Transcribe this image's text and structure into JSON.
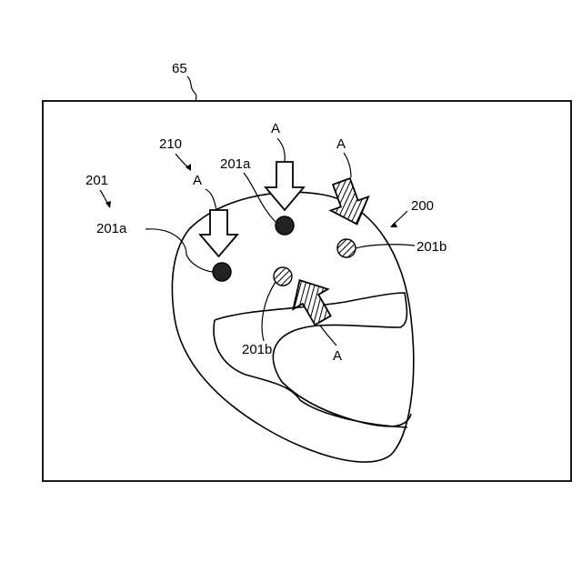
{
  "figure": {
    "frame_label": "65",
    "labels": {
      "helmet_system": "201",
      "arrow_group": "210",
      "helmet": "200",
      "sensor_a_left": "201a",
      "sensor_a_top": "201a",
      "sensor_b_right": "201b",
      "sensor_b_bottom": "201b"
    },
    "arrows": [
      {
        "id": "left",
        "label": "A",
        "style": "plain"
      },
      {
        "id": "top",
        "label": "A",
        "style": "plain"
      },
      {
        "id": "right",
        "label": "A",
        "style": "hatched"
      },
      {
        "id": "bottom",
        "label": "A",
        "style": "hatched"
      }
    ],
    "colors": {
      "ink": "#000000",
      "background": "#ffffff",
      "sensor_a_fill": "#222222",
      "sensor_b_fill": "hatched"
    }
  }
}
